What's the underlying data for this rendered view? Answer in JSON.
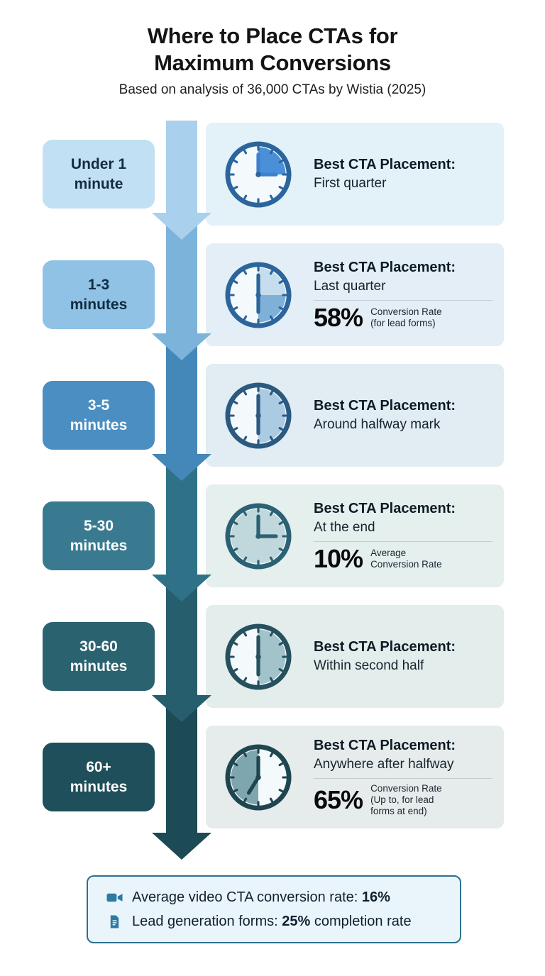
{
  "header": {
    "title_line1": "Where to Place CTAs for",
    "title_line2": "Maximum Conversions",
    "subtitle": "Based on analysis of 36,000 CTAs by Wistia (2025)"
  },
  "rows": [
    {
      "duration_line1": "Under 1",
      "duration_line2": "minute",
      "placement_label": "Best CTA Placement:",
      "placement_value": "First quarter",
      "clock_icon": "clock-first-quarter-highlighted"
    },
    {
      "duration_line1": "1-3",
      "duration_line2": "minutes",
      "placement_label": "Best CTA Placement:",
      "placement_value": "Last quarter",
      "stat_value": "58%",
      "stat_label_line1": "Conversion Rate",
      "stat_label_line2": "(for lead forms)",
      "clock_icon": "clock-quarters-highlighted"
    },
    {
      "duration_line1": "3-5",
      "duration_line2": "minutes",
      "placement_label": "Best CTA Placement:",
      "placement_value": "Around halfway mark",
      "clock_icon": "clock-half-highlighted"
    },
    {
      "duration_line1": "5-30",
      "duration_line2": "minutes",
      "placement_label": "Best CTA Placement:",
      "placement_value": "At the end",
      "stat_value": "10%",
      "stat_label_line1": "Average",
      "stat_label_line2": "Conversion Rate",
      "clock_icon": "clock-full-highlighted"
    },
    {
      "duration_line1": "30-60",
      "duration_line2": "minutes",
      "placement_label": "Best CTA Placement:",
      "placement_value": "Within second half",
      "clock_icon": "clock-half-highlighted"
    },
    {
      "duration_line1": "60+",
      "duration_line2": "minutes",
      "placement_label": "Best CTA Placement:",
      "placement_value": "Anywhere after halfway",
      "stat_value": "65%",
      "stat_label_line1": "Conversion Rate",
      "stat_label_line2": "(Up to, for lead",
      "stat_label_line3": "forms at end)",
      "clock_icon": "clock-second-half-highlighted"
    }
  ],
  "footer": {
    "line1_prefix": "Average video CTA conversion rate: ",
    "line1_bold": "16%",
    "line2_prefix": "Lead generation forms: ",
    "line2_bold": "25%",
    "line2_suffix": " completion rate"
  },
  "colors": {
    "pill_scale": [
      "#c2e0f4",
      "#8fc2e4",
      "#4a8ec2",
      "#3a7a90",
      "#2b6270",
      "#1e4f5a"
    ],
    "arrow_scale": [
      "#a9d0ec",
      "#7cb3da",
      "#4388b8",
      "#2f7287",
      "#275e6d",
      "#1c4a55"
    ],
    "card_scale": [
      "#e3f1f9",
      "#e4eef6",
      "#e1ecf3",
      "#e4efee",
      "#e3edec",
      "#e6eceb"
    ],
    "accent_blue": "#4a90d9",
    "footer_border": "#2e6f8e",
    "footer_bg": "#eaf4fb",
    "footer_icon": "#2d7aa3"
  }
}
